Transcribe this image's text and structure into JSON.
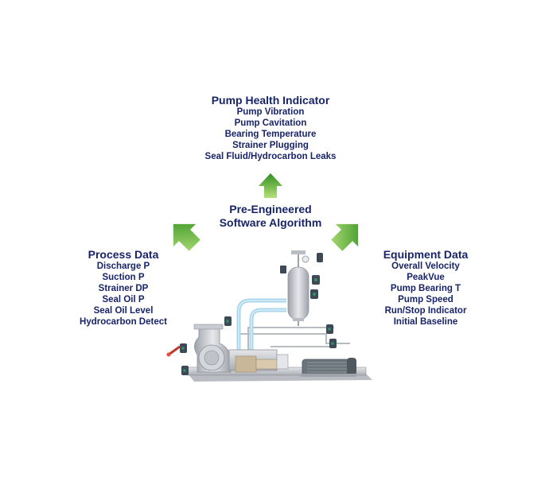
{
  "pump_health": {
    "title": "Pump Health Indicator",
    "items": [
      "Pump Vibration",
      "Pump Cavitation",
      "Bearing Temperature",
      "Strainer Plugging",
      "Seal Fluid/Hydrocarbon Leaks"
    ]
  },
  "algorithm": {
    "line1": "Pre-Engineered",
    "line2": "Software Algorithm"
  },
  "process_data": {
    "title": "Process Data",
    "items": [
      "Discharge P",
      "Suction P",
      "Strainer DP",
      "Seal Oil P",
      "Seal Oil Level",
      "Hydrocarbon Detect"
    ]
  },
  "equipment_data": {
    "title": "Equipment Data",
    "items": [
      "Overall Velocity",
      "PeakVue",
      "Pump Bearing T",
      "Pump Speed",
      "Run/Stop Indicator",
      "Initial Baseline"
    ]
  },
  "colors": {
    "text": "#18246a",
    "arrow_light": "#a6d96a",
    "arrow_dark": "#2e8b1f",
    "pipe": "#9ecfe6",
    "metal": "#c8ccd2"
  },
  "icons": [
    "up-arrow-icon",
    "diagonal-arrow-right-icon",
    "diagonal-arrow-left-icon",
    "pump-skid-illustration"
  ]
}
